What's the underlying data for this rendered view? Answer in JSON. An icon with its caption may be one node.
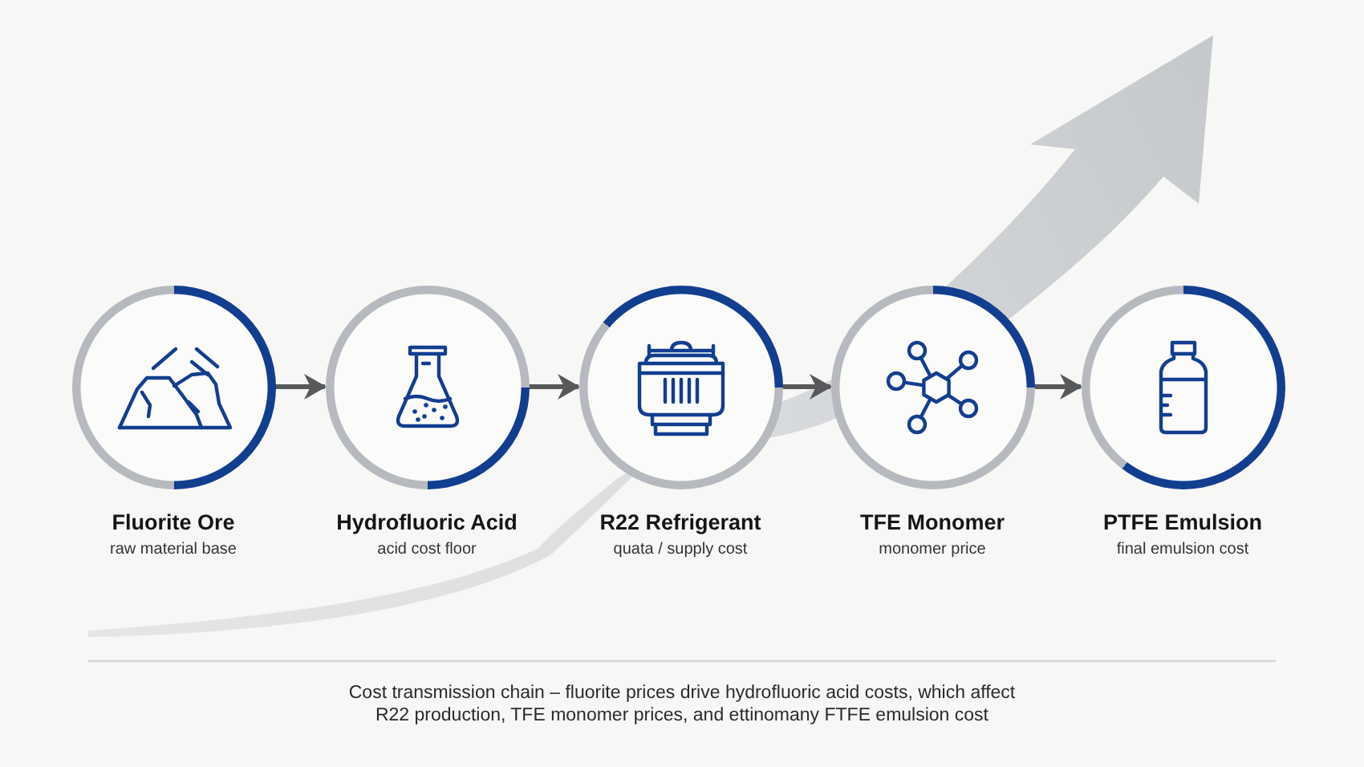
{
  "diagram": {
    "nodes": [
      {
        "text": [
          "Fluorite Ore",
          "raw material base"
        ]
      },
      {
        "text": [
          "Hydrofluoric Acid",
          "acid cost floor"
        ]
      },
      {
        "text": [
          "R22 Refrigerant",
          "quata / supply cost"
        ]
      },
      {
        "text": [
          "TFE Monomer",
          "monomer price"
        ]
      },
      {
        "text": [
          "PTFE Emulsion",
          "final emulsion cost"
        ]
      }
    ],
    "edges": [
      {
        "from": 0,
        "to": 1,
        "arrow": "to"
      },
      {
        "from": 1,
        "to": 2,
        "arrow": "to"
      },
      {
        "from": 2,
        "to": 3,
        "arrow": "to"
      },
      {
        "from": 3,
        "to": 4,
        "arrow": "to"
      }
    ],
    "caption": "Cost transmission chain – fluorite prices drive hydrofluoric acid costs, which affect R22 production, TFE monomer prices, and ettinomany FTFE emulsion cost"
  }
}
